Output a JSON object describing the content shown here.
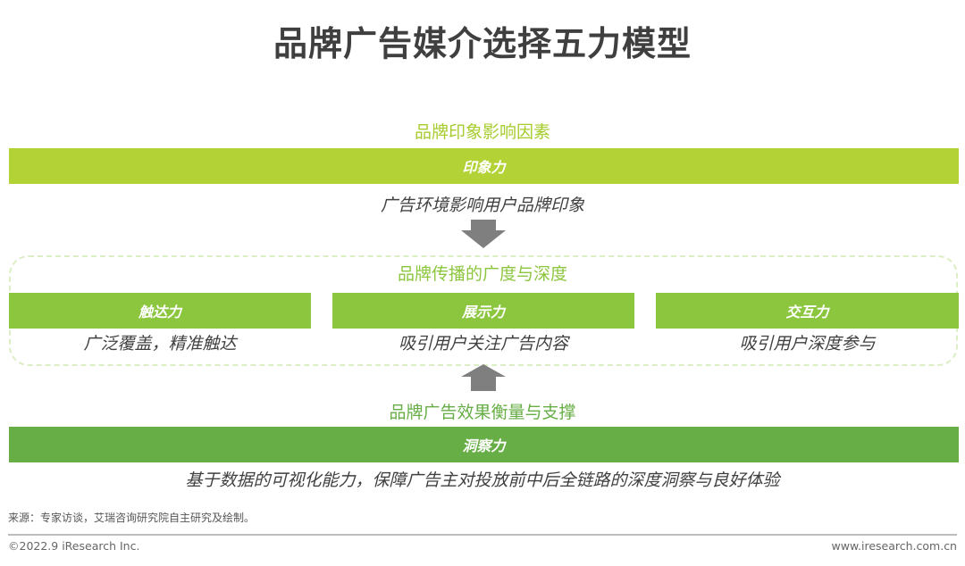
{
  "title": "品牌广告媒介选择五力模型",
  "colors": {
    "title": "#3f3f3f",
    "lime_green": "#b2d235",
    "mid_green": "#8cc63f",
    "dark_green": "#67ae46",
    "arrow_gray": "#7f7f7f",
    "dashed_border": "#dceec4",
    "desc_text": "#404040"
  },
  "top_section": {
    "label": "品牌印象影响因素",
    "bar_label": "印象力",
    "description": "广告环境影响用户品牌印象"
  },
  "arrow_down": {
    "icon": "arrow-down-icon"
  },
  "middle_section": {
    "label": "品牌传播的广度与深度",
    "columns": [
      {
        "bar_label": "触达力",
        "description": "广泛覆盖，精准触达"
      },
      {
        "bar_label": "展示力",
        "description": "吸引用户关注广告内容"
      },
      {
        "bar_label": "交互力",
        "description": "吸引用户深度参与"
      }
    ]
  },
  "arrow_up": {
    "icon": "arrow-up-icon"
  },
  "bottom_section": {
    "label": "品牌广告效果衡量与支撑",
    "bar_label": "洞察力",
    "description": "基于数据的可视化能力，保障广告主对投放前中后全链路的深度洞察与良好体验"
  },
  "footer": {
    "source": "来源：专家访谈，艾瑞咨询研究院自主研究及绘制。",
    "copyright": "©2022.9 iResearch Inc.",
    "website": "www.iresearch.com.cn"
  }
}
